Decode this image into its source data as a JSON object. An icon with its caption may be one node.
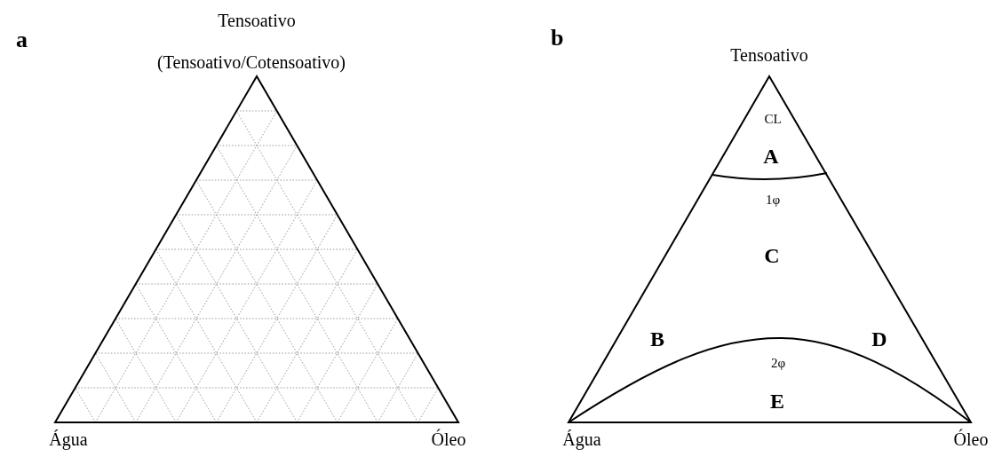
{
  "diagram": {
    "labels": [
      "a",
      "Tensoativo",
      "(Tensoativo/Cotensoativo)",
      "Água",
      "Óleo",
      "b",
      "Tensoativo",
      "CL",
      "A",
      "1φ",
      "C",
      "B",
      "D",
      "2φ",
      "E",
      "Água",
      "Óleo"
    ]
  }
}
